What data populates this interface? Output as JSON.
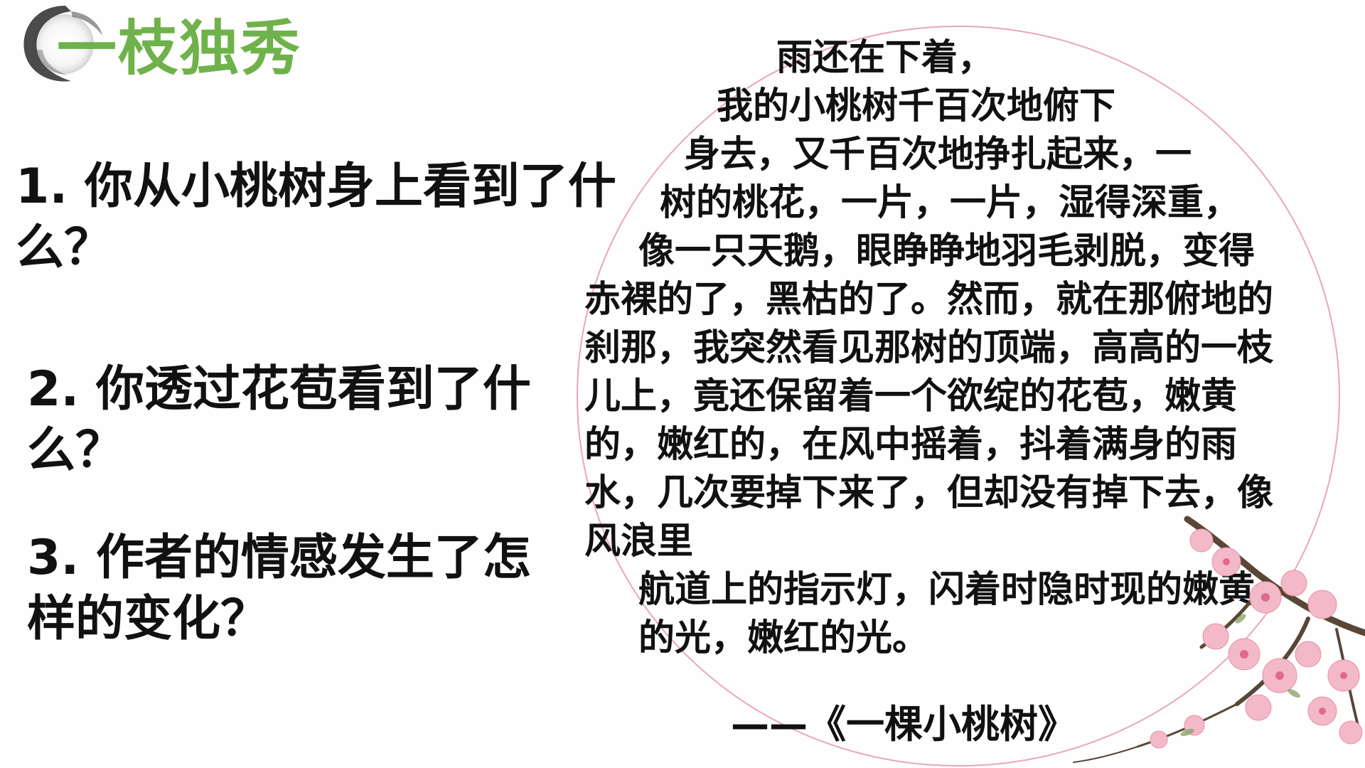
{
  "title": "一枝独秀",
  "questions": [
    {
      "line1": "1. 你从小桃树身上看到了什",
      "line2": "么？"
    },
    {
      "line1": "2. 你透过花苞看到了什",
      "line2": "么？"
    },
    {
      "line1": "3. 作者的情感发生了怎",
      "line2": "样的变化？"
    }
  ],
  "excerpt": {
    "lines": [
      "雨还在下着，",
      "我的小桃树千百次地俯下",
      "身去，又千百次地挣扎起来，一",
      "树的桃花，一片，一片，湿得深重，",
      "像一只天鹅，眼睁睁地羽毛剥脱，变得",
      "赤裸的了，黑枯的了。然而，就在那俯地的",
      "刹那，我突然看见那树的顶端，高高的一枝",
      "儿上，竟还保留着一个欲绽的花苞，嫩黄",
      "的，嫩红的，在风中摇着，抖着满身的雨",
      "水，几次要掉下来了，但却没有掉下去，像",
      "风浪里",
      "航道上的指示灯，闪着时隐时现的嫩黄",
      "的光，嫩红的光。"
    ],
    "source": "——《一棵小桃树》"
  },
  "icons": {
    "ink_logo": "ink-swirl-icon",
    "blossom": "peach-blossom-branch"
  },
  "colors": {
    "title": "#6fb24b",
    "circle": "#e8a6bd",
    "text": "#111111"
  }
}
